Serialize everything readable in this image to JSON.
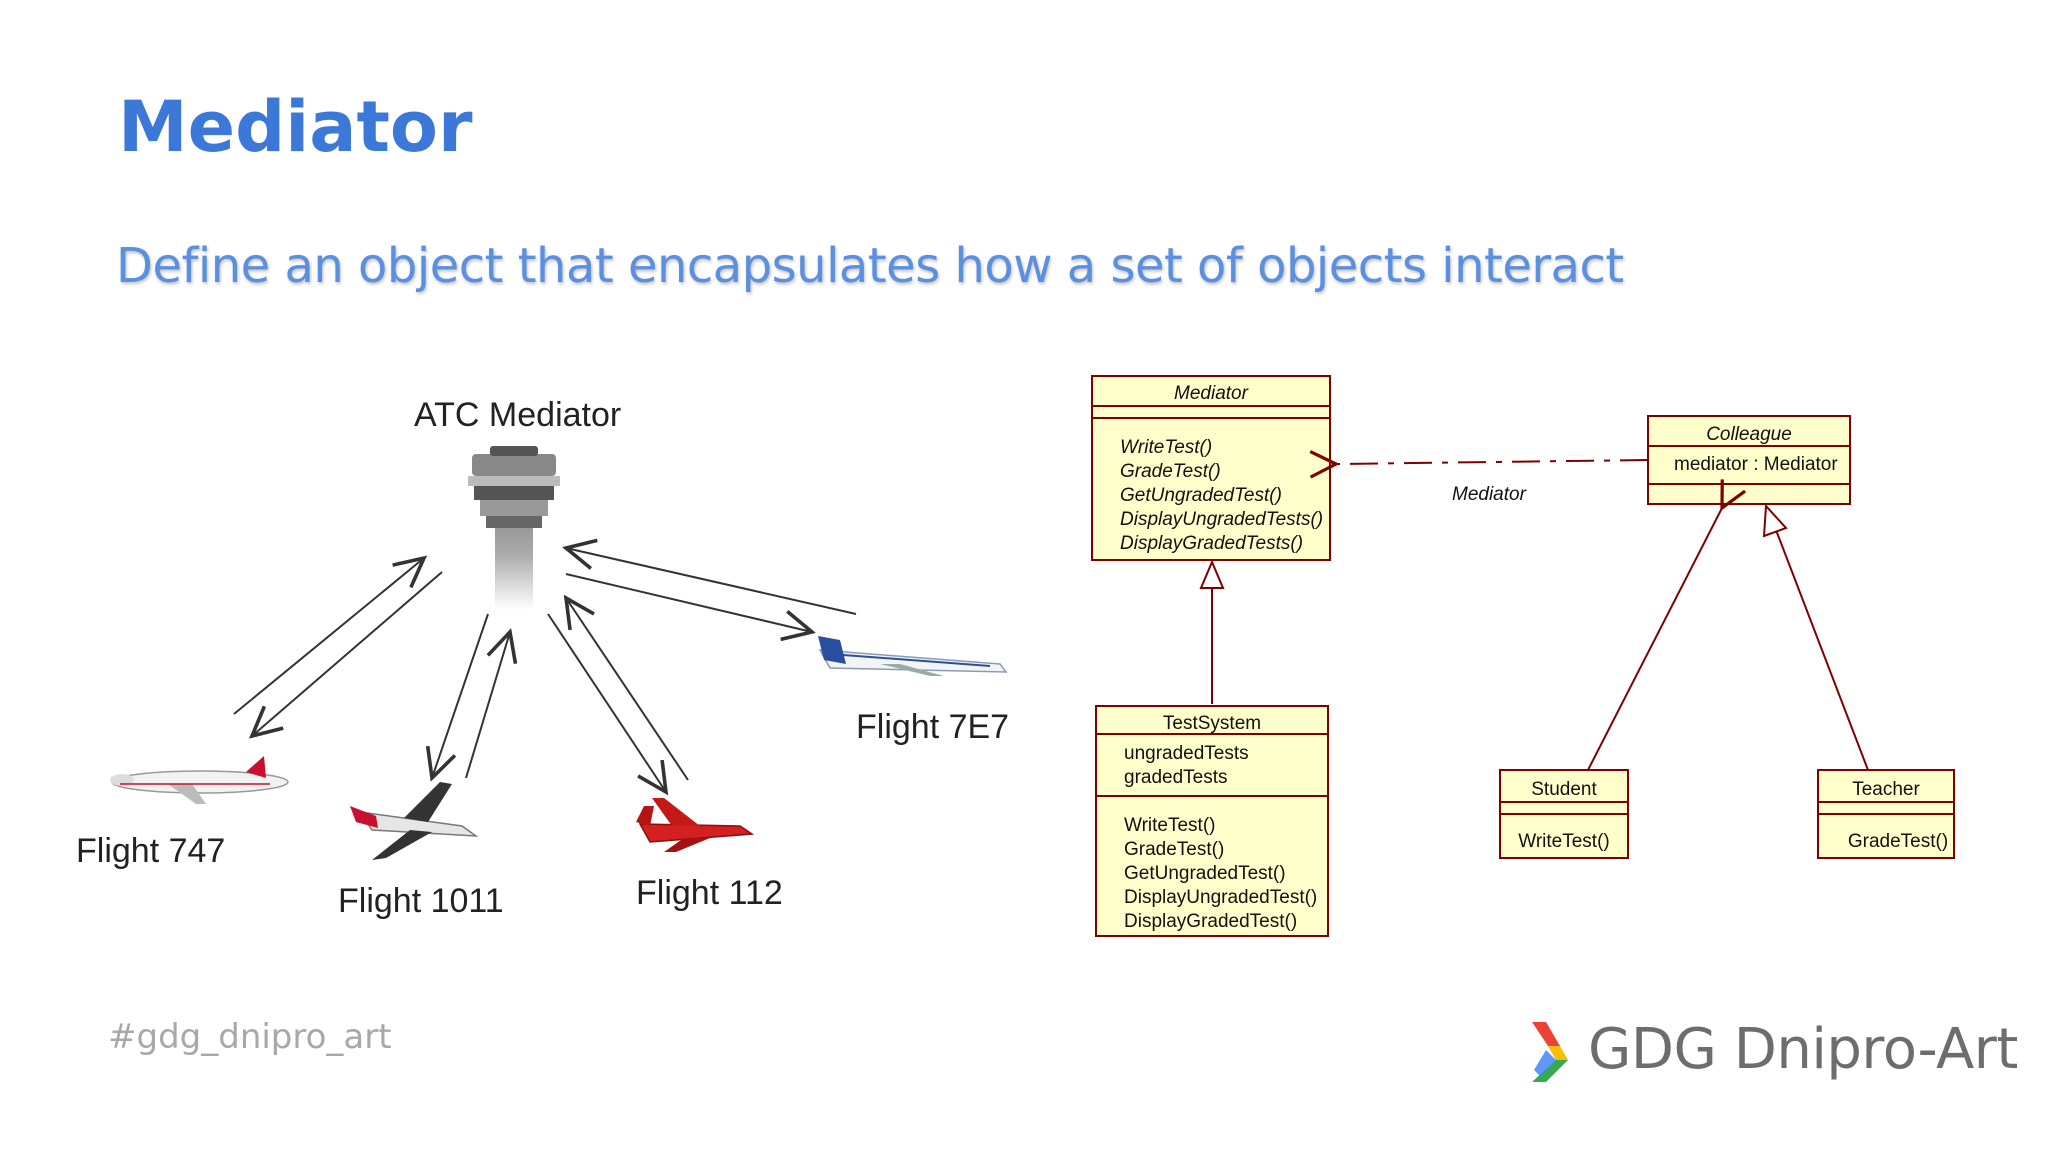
{
  "slide": {
    "title": "Mediator",
    "subtitle": "Define an object that encapsulates how a set of objects interact"
  },
  "atc": {
    "tower_label": "ATC Mediator",
    "flights": [
      {
        "label": "Flight 747"
      },
      {
        "label": "Flight 1011"
      },
      {
        "label": "Flight 112"
      },
      {
        "label": "Flight 7E7"
      }
    ]
  },
  "uml": {
    "mediator": {
      "name": "Mediator",
      "operations": [
        "WriteTest()",
        "GradeTest()",
        "GetUngradedTest()",
        "DisplayUngradedTests()",
        "DisplayGradedTests()"
      ]
    },
    "colleague": {
      "name": "Colleague",
      "attributes": [
        "mediator : Mediator"
      ]
    },
    "association_label": "Mediator",
    "test_system": {
      "name": "TestSystem",
      "attributes": [
        "ungradedTests",
        "gradedTests"
      ],
      "operations": [
        "WriteTest()",
        "GradeTest()",
        "GetUngradedTest()",
        "DisplayUngradedTest()",
        "DisplayGradedTest()"
      ]
    },
    "student": {
      "name": "Student",
      "operations": [
        "WriteTest()"
      ]
    },
    "teacher": {
      "name": "Teacher",
      "operations": [
        "GradeTest()"
      ]
    }
  },
  "footer": {
    "hashtag": "#gdg_dnipro_art",
    "brand": "GDG Dnipro-Art"
  },
  "colors": {
    "title": "#3c78d8",
    "uml_fill": "#ffffcc",
    "uml_stroke": "#800000",
    "logo_red": "#ea4335",
    "logo_yellow": "#fbbc05",
    "logo_green": "#34a853",
    "logo_blue": "#4285f4"
  }
}
